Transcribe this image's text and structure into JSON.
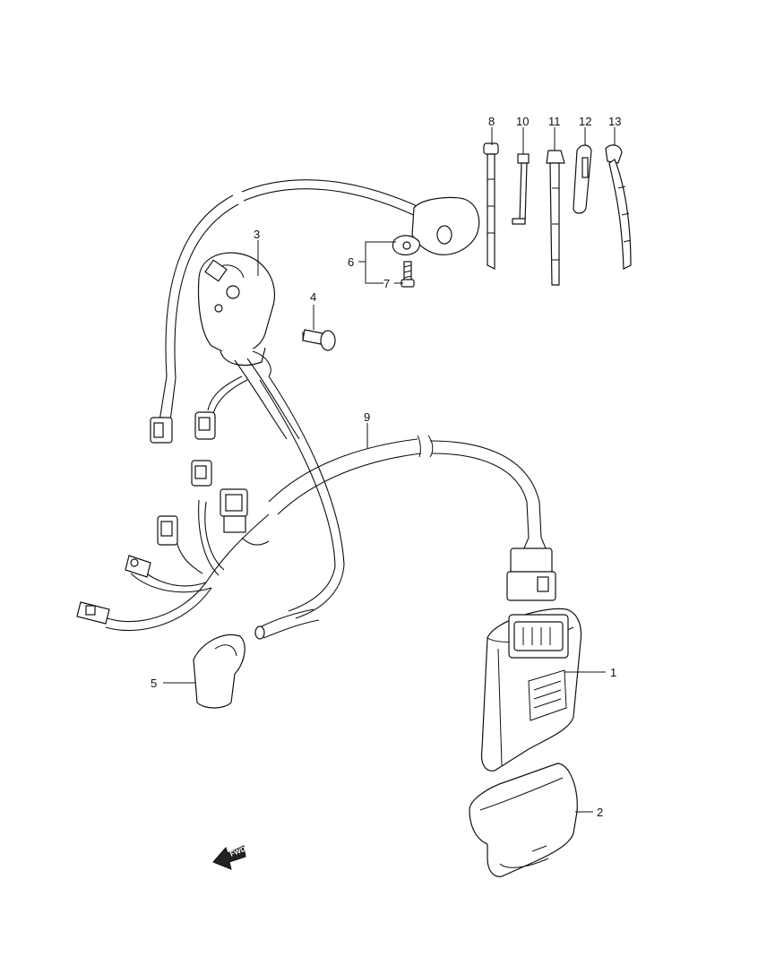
{
  "callouts": {
    "p1": "1",
    "p2": "2",
    "p3": "3",
    "p4": "4",
    "p5": "5",
    "p6": "6",
    "p7": "7",
    "p8": "8",
    "p9": "9",
    "p10": "10",
    "p11": "11",
    "p12": "12",
    "p13": "13"
  },
  "fwd_label": "FWD"
}
